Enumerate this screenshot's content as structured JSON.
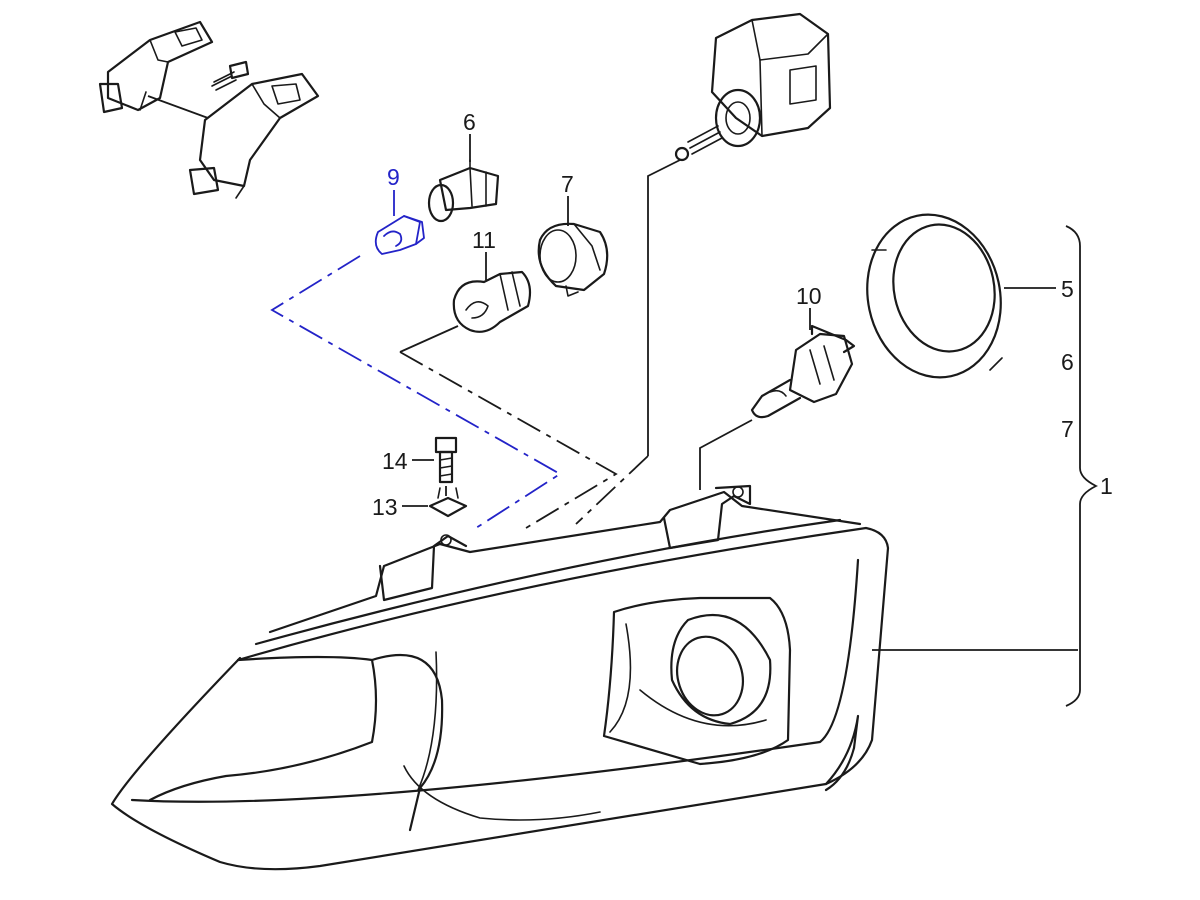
{
  "callouts": {
    "n9": "9",
    "n6_top": "6",
    "n7_top": "7",
    "n11": "11",
    "n10": "10",
    "n5": "5",
    "n6_side": "6",
    "n7_side": "7",
    "n1": "1",
    "n14": "14",
    "n13": "13"
  },
  "colors": {
    "ink": "#1a1a1a",
    "highlight": "#2323c8",
    "background": "#ffffff"
  }
}
